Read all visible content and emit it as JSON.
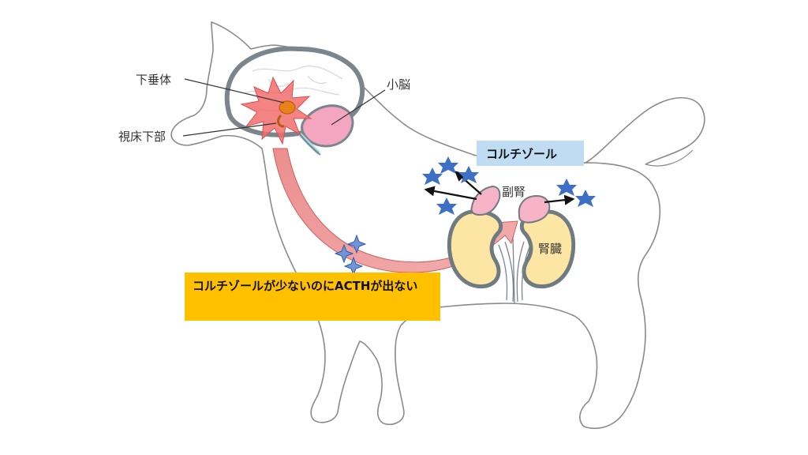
{
  "labels": {
    "pituitary": "下垂体",
    "hypothalamus": "視床下部",
    "cerebellum": "小脳",
    "adrenal": "副腎",
    "kidney": "腎臓"
  },
  "hormone_box": {
    "text": "コルチゾール"
  },
  "callout": {
    "text": "コルチゾールが少ないのにACTHが出ない"
  },
  "colors": {
    "dog_outline": "#8a8a8a",
    "brain_outline": "#7a868c",
    "pituitary_burst": "#f26d6d",
    "cerebellum": "#f4a6c0",
    "arrow": "#e07070",
    "adrenal": "#f7b3c8",
    "kidney_fill": "#fde6a3",
    "kidney_outline": "#6f7b80",
    "star": "#3d6fc4",
    "hormone_box_bg": "#bfdcf2",
    "callout_bg": "#ffc000"
  }
}
